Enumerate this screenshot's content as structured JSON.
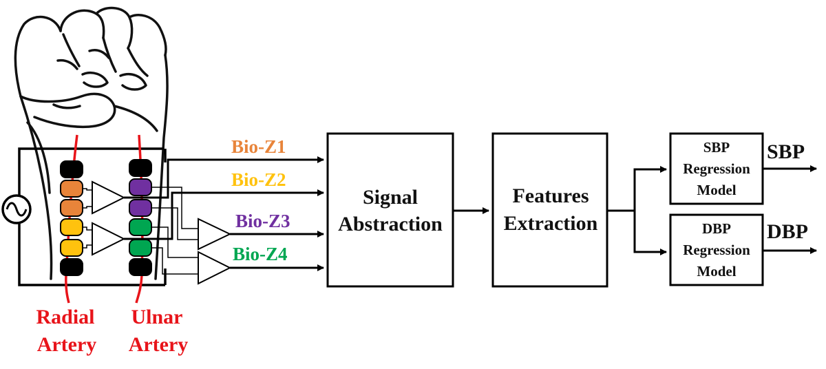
{
  "colors": {
    "artery": "#e8141a",
    "orange": "#e8843a",
    "yellow": "#ffc20e",
    "purple": "#7030a0",
    "green": "#00a651",
    "black": "#000000"
  },
  "channels": [
    {
      "label": "Bio-Z1",
      "color": "#e8843a"
    },
    {
      "label": "Bio-Z2",
      "color": "#ffc20e"
    },
    {
      "label": "Bio-Z3",
      "color": "#7030a0"
    },
    {
      "label": "Bio-Z4",
      "color": "#00a651"
    }
  ],
  "blocks": {
    "signal": [
      "Signal",
      "Abstraction"
    ],
    "features": [
      "Features",
      "Extraction"
    ],
    "sbp_model": [
      "SBP",
      "Regression",
      "Model"
    ],
    "dbp_model": [
      "DBP",
      "Regression",
      "Model"
    ]
  },
  "outputs": {
    "sbp": "SBP",
    "dbp": "DBP"
  },
  "arteries": {
    "radial": [
      "Radial",
      "Artery"
    ],
    "ulnar": [
      "Ulnar",
      "Artery"
    ]
  },
  "icons": {
    "source": "ac-source-icon",
    "hand": "fist-hand-icon"
  }
}
